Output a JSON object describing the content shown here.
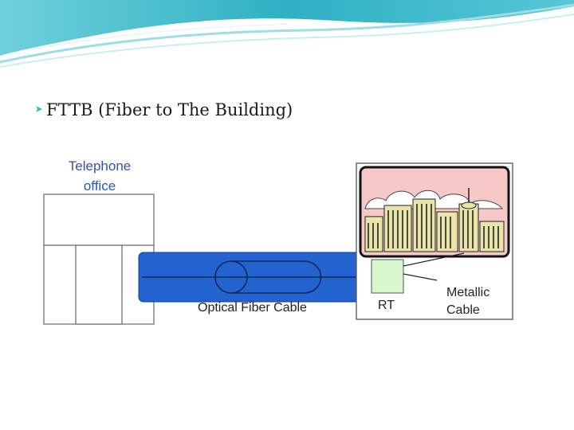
{
  "slide": {
    "bullet_text": "FTTB (Fiber to The Building)"
  },
  "diagram": {
    "office_label_line1": "Telephone",
    "office_label_line2": "office",
    "cable_label": "Optical  Fiber Cable",
    "rt_label": "RT",
    "metallic_label_line1": "Metallic",
    "metallic_label_line2": "Cable"
  },
  "colors": {
    "header_teal": "#35b7c9",
    "header_light": "#9fdde6",
    "cable_blue": "#2363cf",
    "office_label_blue": "#2f55a6",
    "sky_pink": "#f6c8c8",
    "rt_green": "#d8f7cf",
    "building_yellow": "#e9e4a8"
  },
  "icons": {
    "bullet": "arrow-bullet-icon"
  }
}
